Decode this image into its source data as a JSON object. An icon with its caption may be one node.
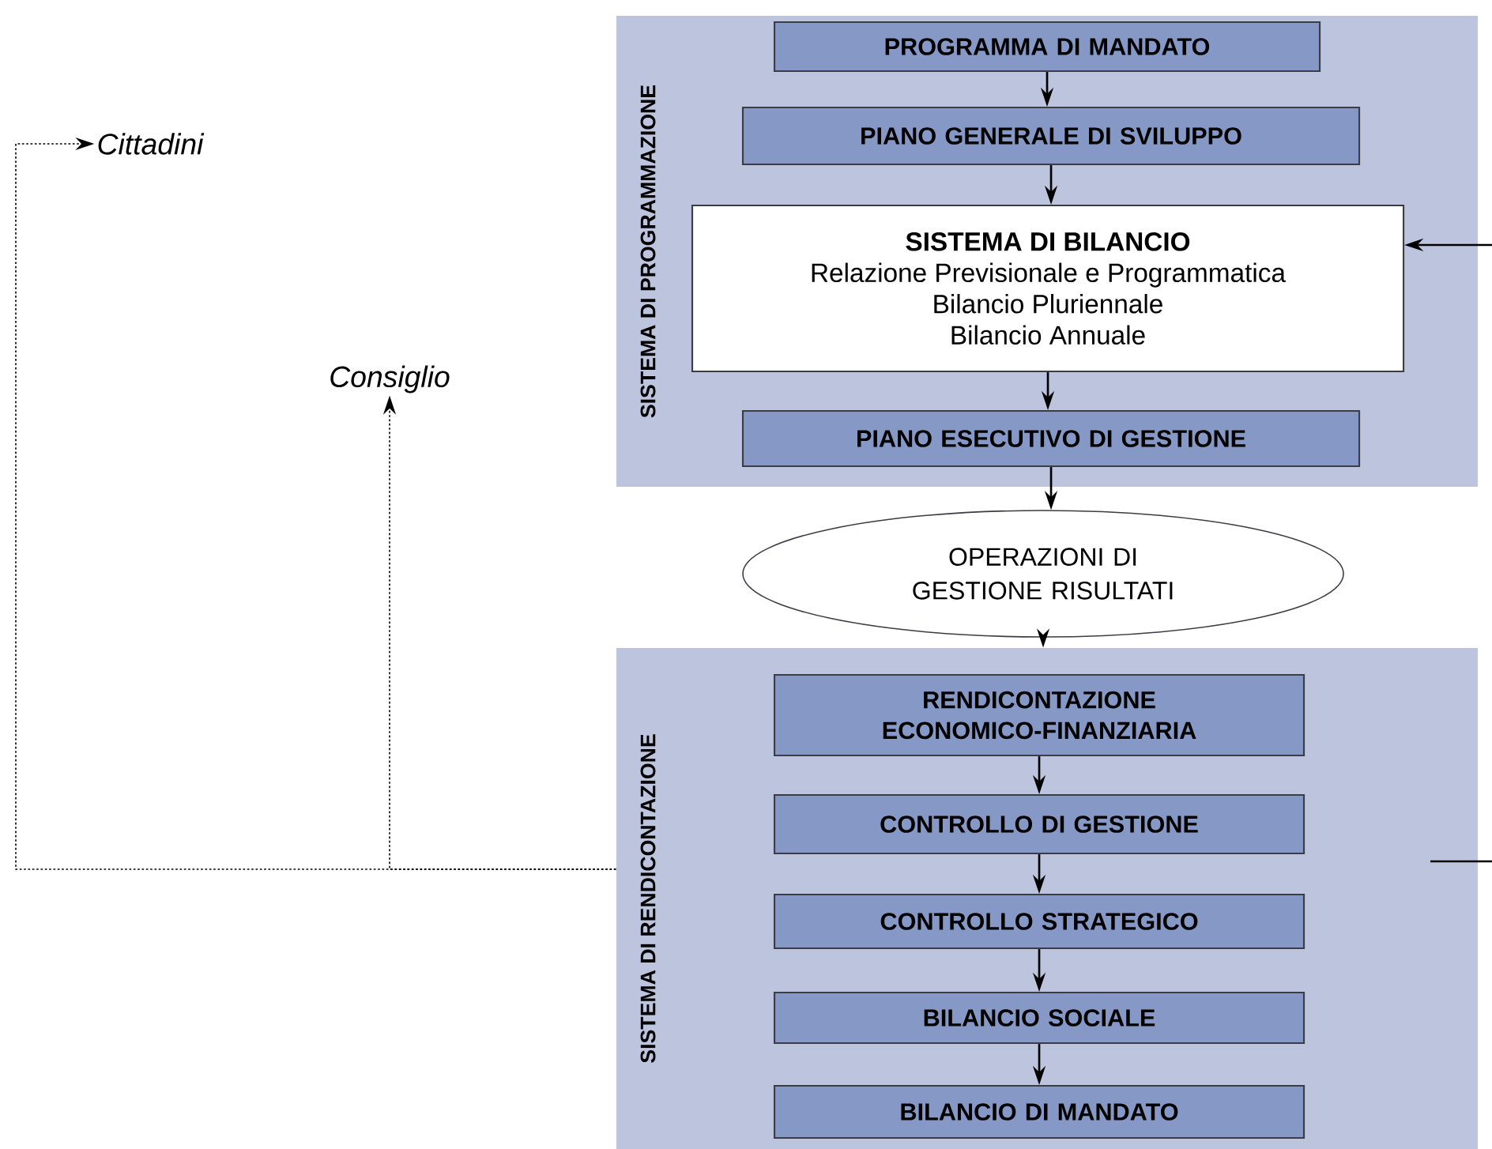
{
  "diagram": {
    "nodes": [
      {
        "text": [
          "SISTEMA DI PROGRAMMAZIONE"
        ]
      },
      {
        "text": [
          "PROGRAMMA DI MANDATO"
        ],
        "in": 0
      },
      {
        "text": [
          "PIANO GENERALE DI SVILUPPO"
        ],
        "in": 0
      },
      {
        "text": [
          "SISTEMA DI BILANCIO",
          "Relazione Previsionale e Programmatica",
          "Bilancio Pluriennale",
          "Bilancio Annuale"
        ],
        "in": 0
      },
      {
        "text": [
          "PIANO ESECUTIVO DI GESTIONE"
        ],
        "in": 0
      },
      {
        "text": [
          "OPERAZIONI DI GESTIONE RISULTATI"
        ]
      },
      {
        "text": [
          "SISTEMA DI RENDICONTAZIONE"
        ]
      },
      {
        "text": [
          "RENDICONTAZIONE ECONOMICO-FINANZIARIA"
        ],
        "in": 6
      },
      {
        "text": [
          "CONTROLLO DI GESTIONE"
        ],
        "in": 6
      },
      {
        "text": [
          "CONTROLLO STRATEGICO"
        ],
        "in": 6
      },
      {
        "text": [
          "BILANCIO SOCIALE"
        ],
        "in": 6
      },
      {
        "text": [
          "BILANCIO DI MANDATO"
        ],
        "in": 6
      },
      {
        "text": [
          "Cittadini"
        ]
      },
      {
        "text": [
          "Consiglio"
        ]
      }
    ],
    "edges": [
      {
        "from": 1,
        "to": 2,
        "arrow": "to"
      },
      {
        "from": 2,
        "to": 3,
        "arrow": "to"
      },
      {
        "from": 3,
        "to": 4,
        "arrow": "to"
      },
      {
        "from": 4,
        "to": 5,
        "arrow": "to"
      },
      {
        "from": 5,
        "to": 6,
        "arrow": "to"
      },
      {
        "from": 7,
        "to": 8,
        "arrow": "to"
      },
      {
        "from": 8,
        "to": 9,
        "arrow": "to"
      },
      {
        "from": 9,
        "to": 10,
        "arrow": "to"
      },
      {
        "from": 10,
        "to": 11,
        "arrow": "to"
      },
      {
        "from": null,
        "to": 3,
        "arrow": "to"
      },
      {
        "from": 6,
        "to": null,
        "arrow": "none"
      },
      {
        "from": 6,
        "to": 12,
        "arrow": "to",
        "style": "dashed"
      },
      {
        "from": 6,
        "to": 13,
        "arrow": "to",
        "style": "dashed"
      }
    ]
  }
}
